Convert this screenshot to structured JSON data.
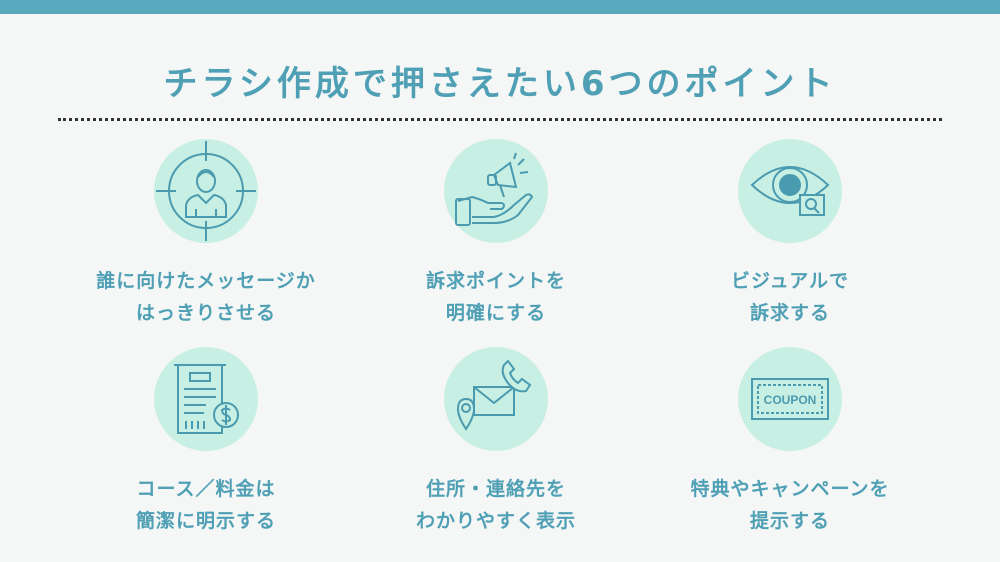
{
  "title": "チラシ作成で押さえたい6つのポイント",
  "colors": {
    "accent": "#4fa0b5",
    "top_bar": "#58a9bd",
    "circle": "#c8efe3",
    "background": "#f5f6f6"
  },
  "points": [
    {
      "icon": "target-person-icon",
      "line1": "誰に向けたメッセージか",
      "line2": "はっきりさせる"
    },
    {
      "icon": "megaphone-hand-icon",
      "line1": "訴求ポイントを",
      "line2": "明確にする"
    },
    {
      "icon": "eye-search-icon",
      "line1": "ビジュアルで",
      "line2": "訴求する"
    },
    {
      "icon": "receipt-dollar-icon",
      "line1": "コース／料金は",
      "line2": "簡潔に明示する"
    },
    {
      "icon": "mail-phone-pin-icon",
      "line1": "住所・連絡先を",
      "line2": "わかりやすく表示"
    },
    {
      "icon": "coupon-ticket-icon",
      "line1": "特典やキャンペーンを",
      "line2": "提示する",
      "icon_text": "COUPON"
    }
  ]
}
